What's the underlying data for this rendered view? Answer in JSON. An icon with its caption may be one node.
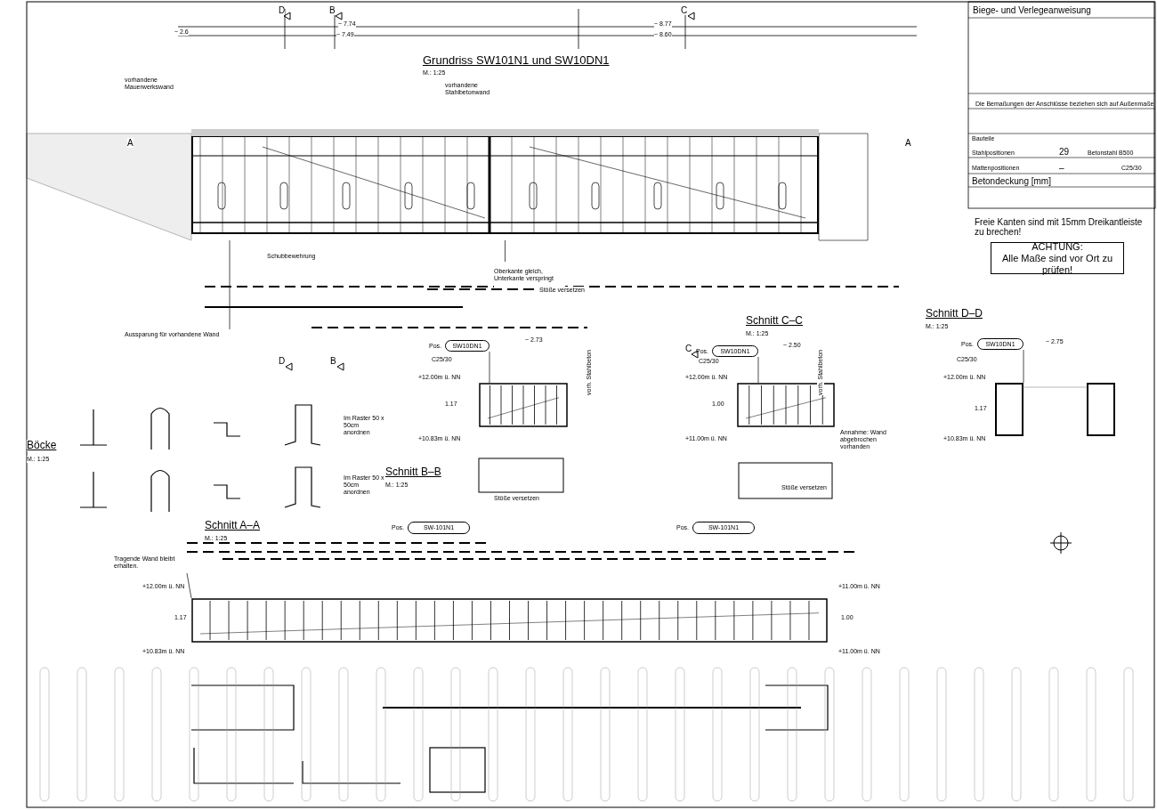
{
  "diagram": {
    "title": "Grundriss SW101N1 und SW10DN1",
    "nodes": [
      {
        "text": [],
        "shape": "picture"
      },
      {
        "text": [
          "Aussparung für vorhandene Wand"
        ]
      },
      {
        "text": [
          "Oberkante gleich, Unterkante verspringt"
        ]
      },
      {
        "text": [],
        "shape": "picture"
      },
      {
        "text": [
          "SW10DN1"
        ],
        "beside": [
          "Pos."
        ]
      },
      {
        "text": [],
        "shape": "picture"
      },
      {
        "text": [
          "SW10DN1"
        ],
        "beside": [
          "Pos."
        ]
      },
      {
        "text": [],
        "shape": "picture"
      },
      {
        "text": [
          "SW10DN1"
        ],
        "beside": [
          "Pos."
        ]
      },
      {
        "text": [],
        "shape": "picture"
      },
      {
        "text": [
          "Tragende Wand bleibt erhalten."
        ]
      },
      {
        "text": [
          "SW-101N1"
        ],
        "beside": [
          "Pos."
        ]
      },
      {
        "text": [
          "SW-101N1"
        ],
        "beside": [
          "Pos."
        ]
      },
      {
        "text": [
          "ACHTUNG:",
          "Alle Maße sind vor Ort zu prüfen!"
        ]
      }
    ],
    "edges": [
      {
        "from": 1,
        "to": 0,
        "arrow": "none"
      },
      {
        "from": 2,
        "to": 0,
        "arrow": "none"
      },
      {
        "from": 4,
        "to": 3,
        "arrow": "none"
      },
      {
        "from": 6,
        "to": 5,
        "arrow": "none"
      },
      {
        "from": 8,
        "to": 7,
        "arrow": "none"
      },
      {
        "from": 10,
        "to": 9,
        "arrow": "none"
      }
    ],
    "labels": [
      "D",
      "B",
      "C",
      "~ 2.6",
      "~ 7.74",
      "~ 7.49",
      "~ 8.77",
      "~ 8.60",
      "M.: 1:25",
      "vorhandene Mauerwerkswand",
      "vorhandene Stahlbetonwand",
      "A",
      "A",
      "Schubbewehrung",
      "Stöße versetzen",
      "D",
      "B",
      "C",
      "Schnitt C–C",
      "M.: 1:25",
      "Schnitt D–D",
      "M.: 1:25",
      "~ 2.73",
      "C25/30",
      "+12.00m ü. NN",
      "1.17",
      "+10.83m ü. NN",
      "vorh. Stahlbeton",
      "~ 2.50",
      "C25/30",
      "+12.00m ü. NN",
      "1.00",
      "+11.00m ü. NN",
      "vorh. Stahlbeton",
      "Annahme: Wand abgebrochen vorhanden",
      "~ 2.75",
      "C25/30",
      "+12.00m ü. NN",
      "1.17",
      "+10.83m ü. NN",
      "Böcke",
      "M.: 1:25",
      "Im Raster 50 x 50cm anordnen",
      "Im Raster 50 x 50cm anordnen",
      "Schnitt B–B",
      "M.: 1:25",
      "Stöße versetzen",
      "Stöße versetzen",
      "Schnitt A–A",
      "M.: 1:25",
      "+12.00m ü. NN",
      "1.17",
      "+10.83m ü. NN",
      "+11.00m ü. NN",
      "1.00",
      "+11.00m ü. NN",
      "Biege- und Verlegeanweisung",
      "Die Bemaßungen der Anschlüsse beziehen sich auf Außenmaße",
      "Bauteile",
      "Stahlpositionen",
      "29",
      "Betonstahl B500",
      "Mattenpositionen",
      "–",
      "C25/30",
      "Betondeckung [mm]",
      "Freie Kanten sind mit 15mm Dreikantleiste zu brechen!"
    ]
  }
}
